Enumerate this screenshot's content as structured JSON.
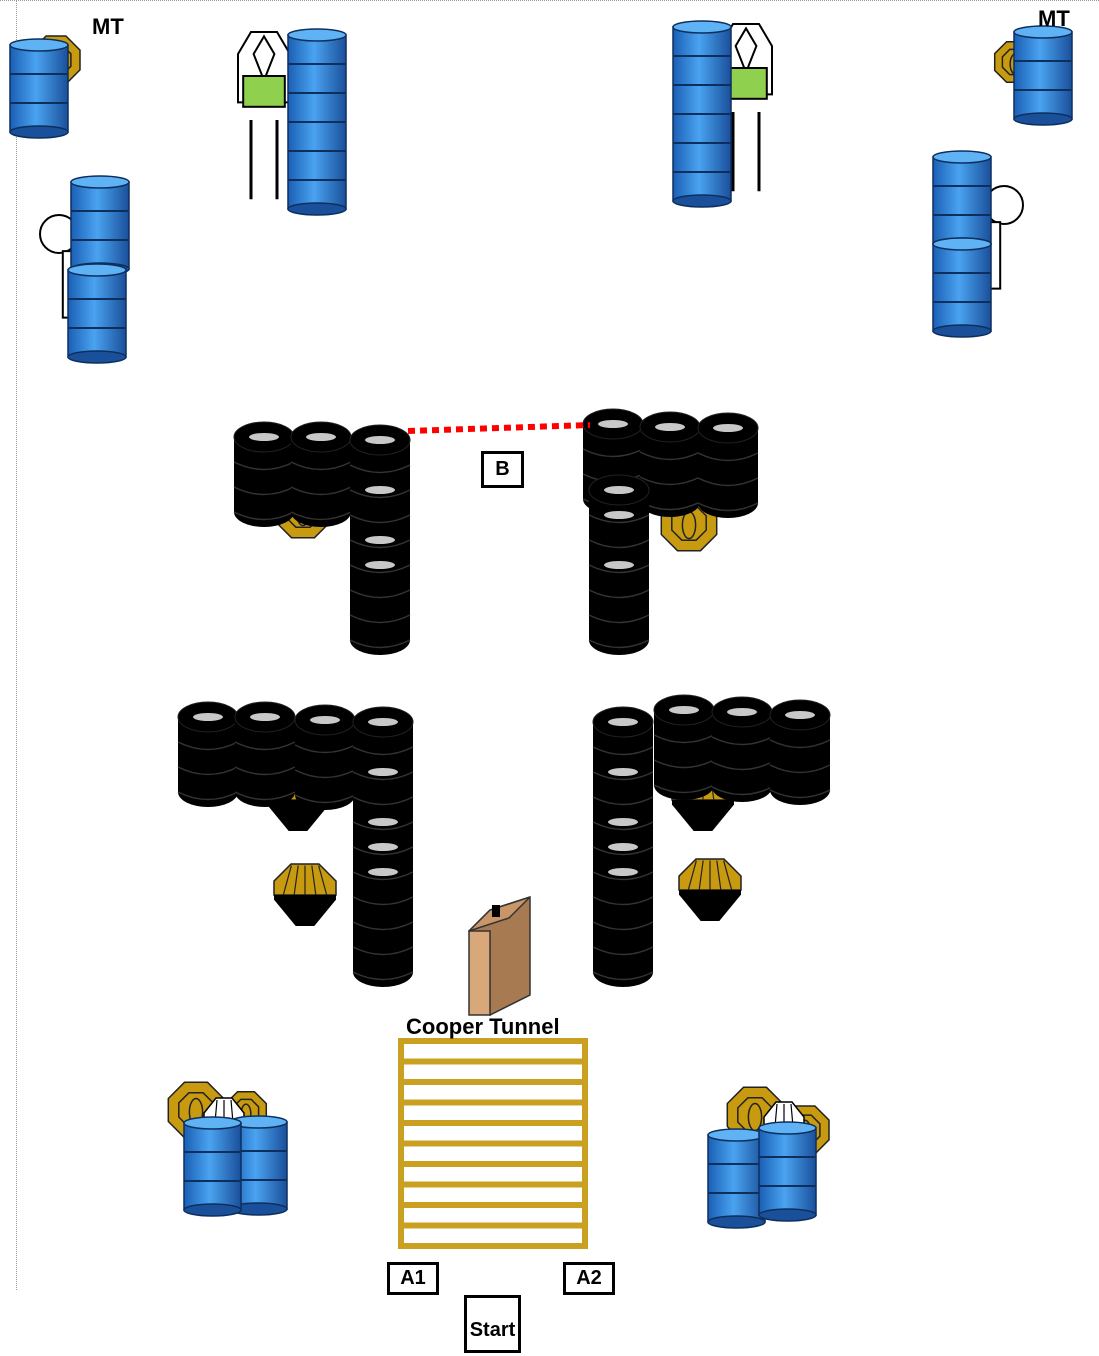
{
  "labels": {
    "mt_left": "MT",
    "mt_right": "MT",
    "b": "B",
    "a1": "A1",
    "a2": "A2",
    "start": "Start",
    "tunnel": "Cooper Tunnel"
  },
  "colors": {
    "barrel_blue": "#2f7fd6",
    "barrel_dark": "#1c5aa8",
    "tire_black": "#000000",
    "tire_hole": "#c8c8c8",
    "steel_gold": "#c79a0f",
    "tunnel_gold": "#c9a020",
    "target_green": "#8fd14f",
    "fault_line": "#ff0000",
    "box_brown": "#b5835a"
  }
}
